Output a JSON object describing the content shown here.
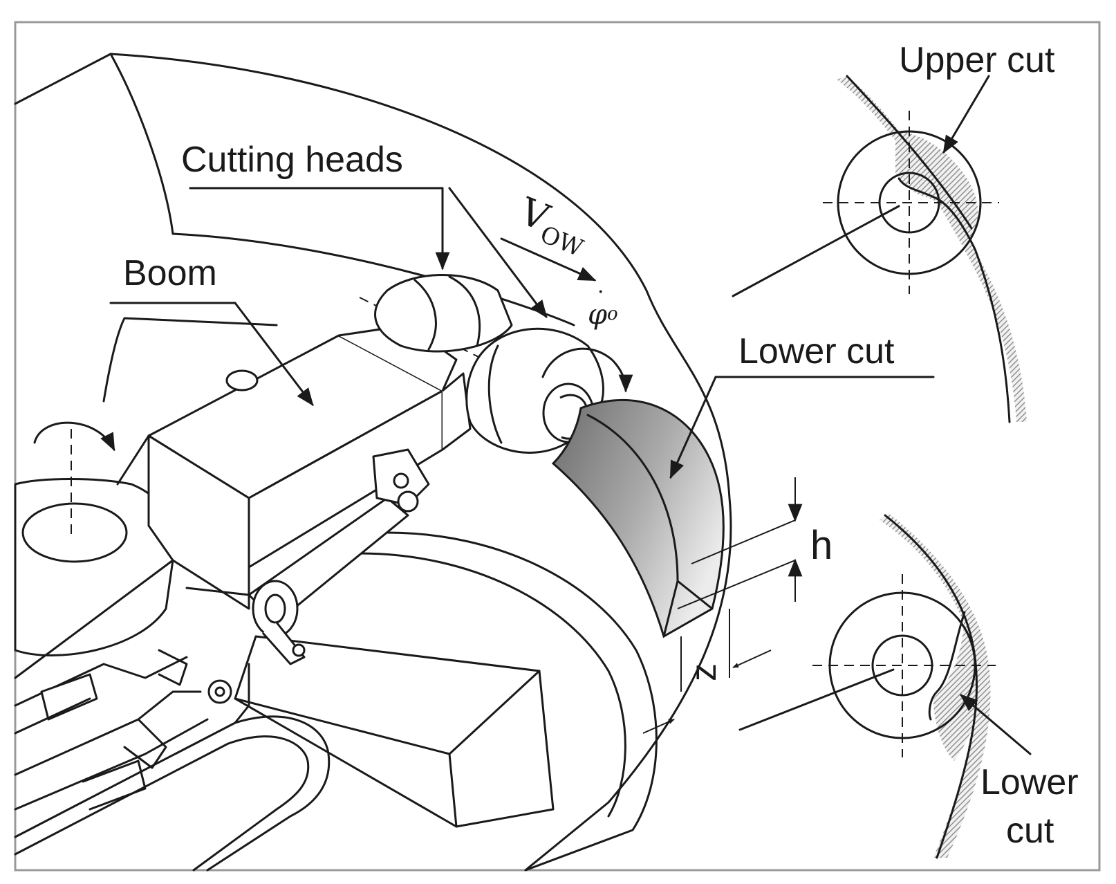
{
  "labels": {
    "cutting_heads": "Cutting heads",
    "boom": "Boom",
    "lower_cut": "Lower cut",
    "upper_cut": "Upper cut",
    "lower_cut_line1": "Lower",
    "lower_cut_line2": "cut"
  },
  "symbols": {
    "velocity": "V",
    "velocity_subscript": "OW",
    "angular": "φ",
    "angular_subscript": "o",
    "height": "h",
    "depth": "z"
  }
}
